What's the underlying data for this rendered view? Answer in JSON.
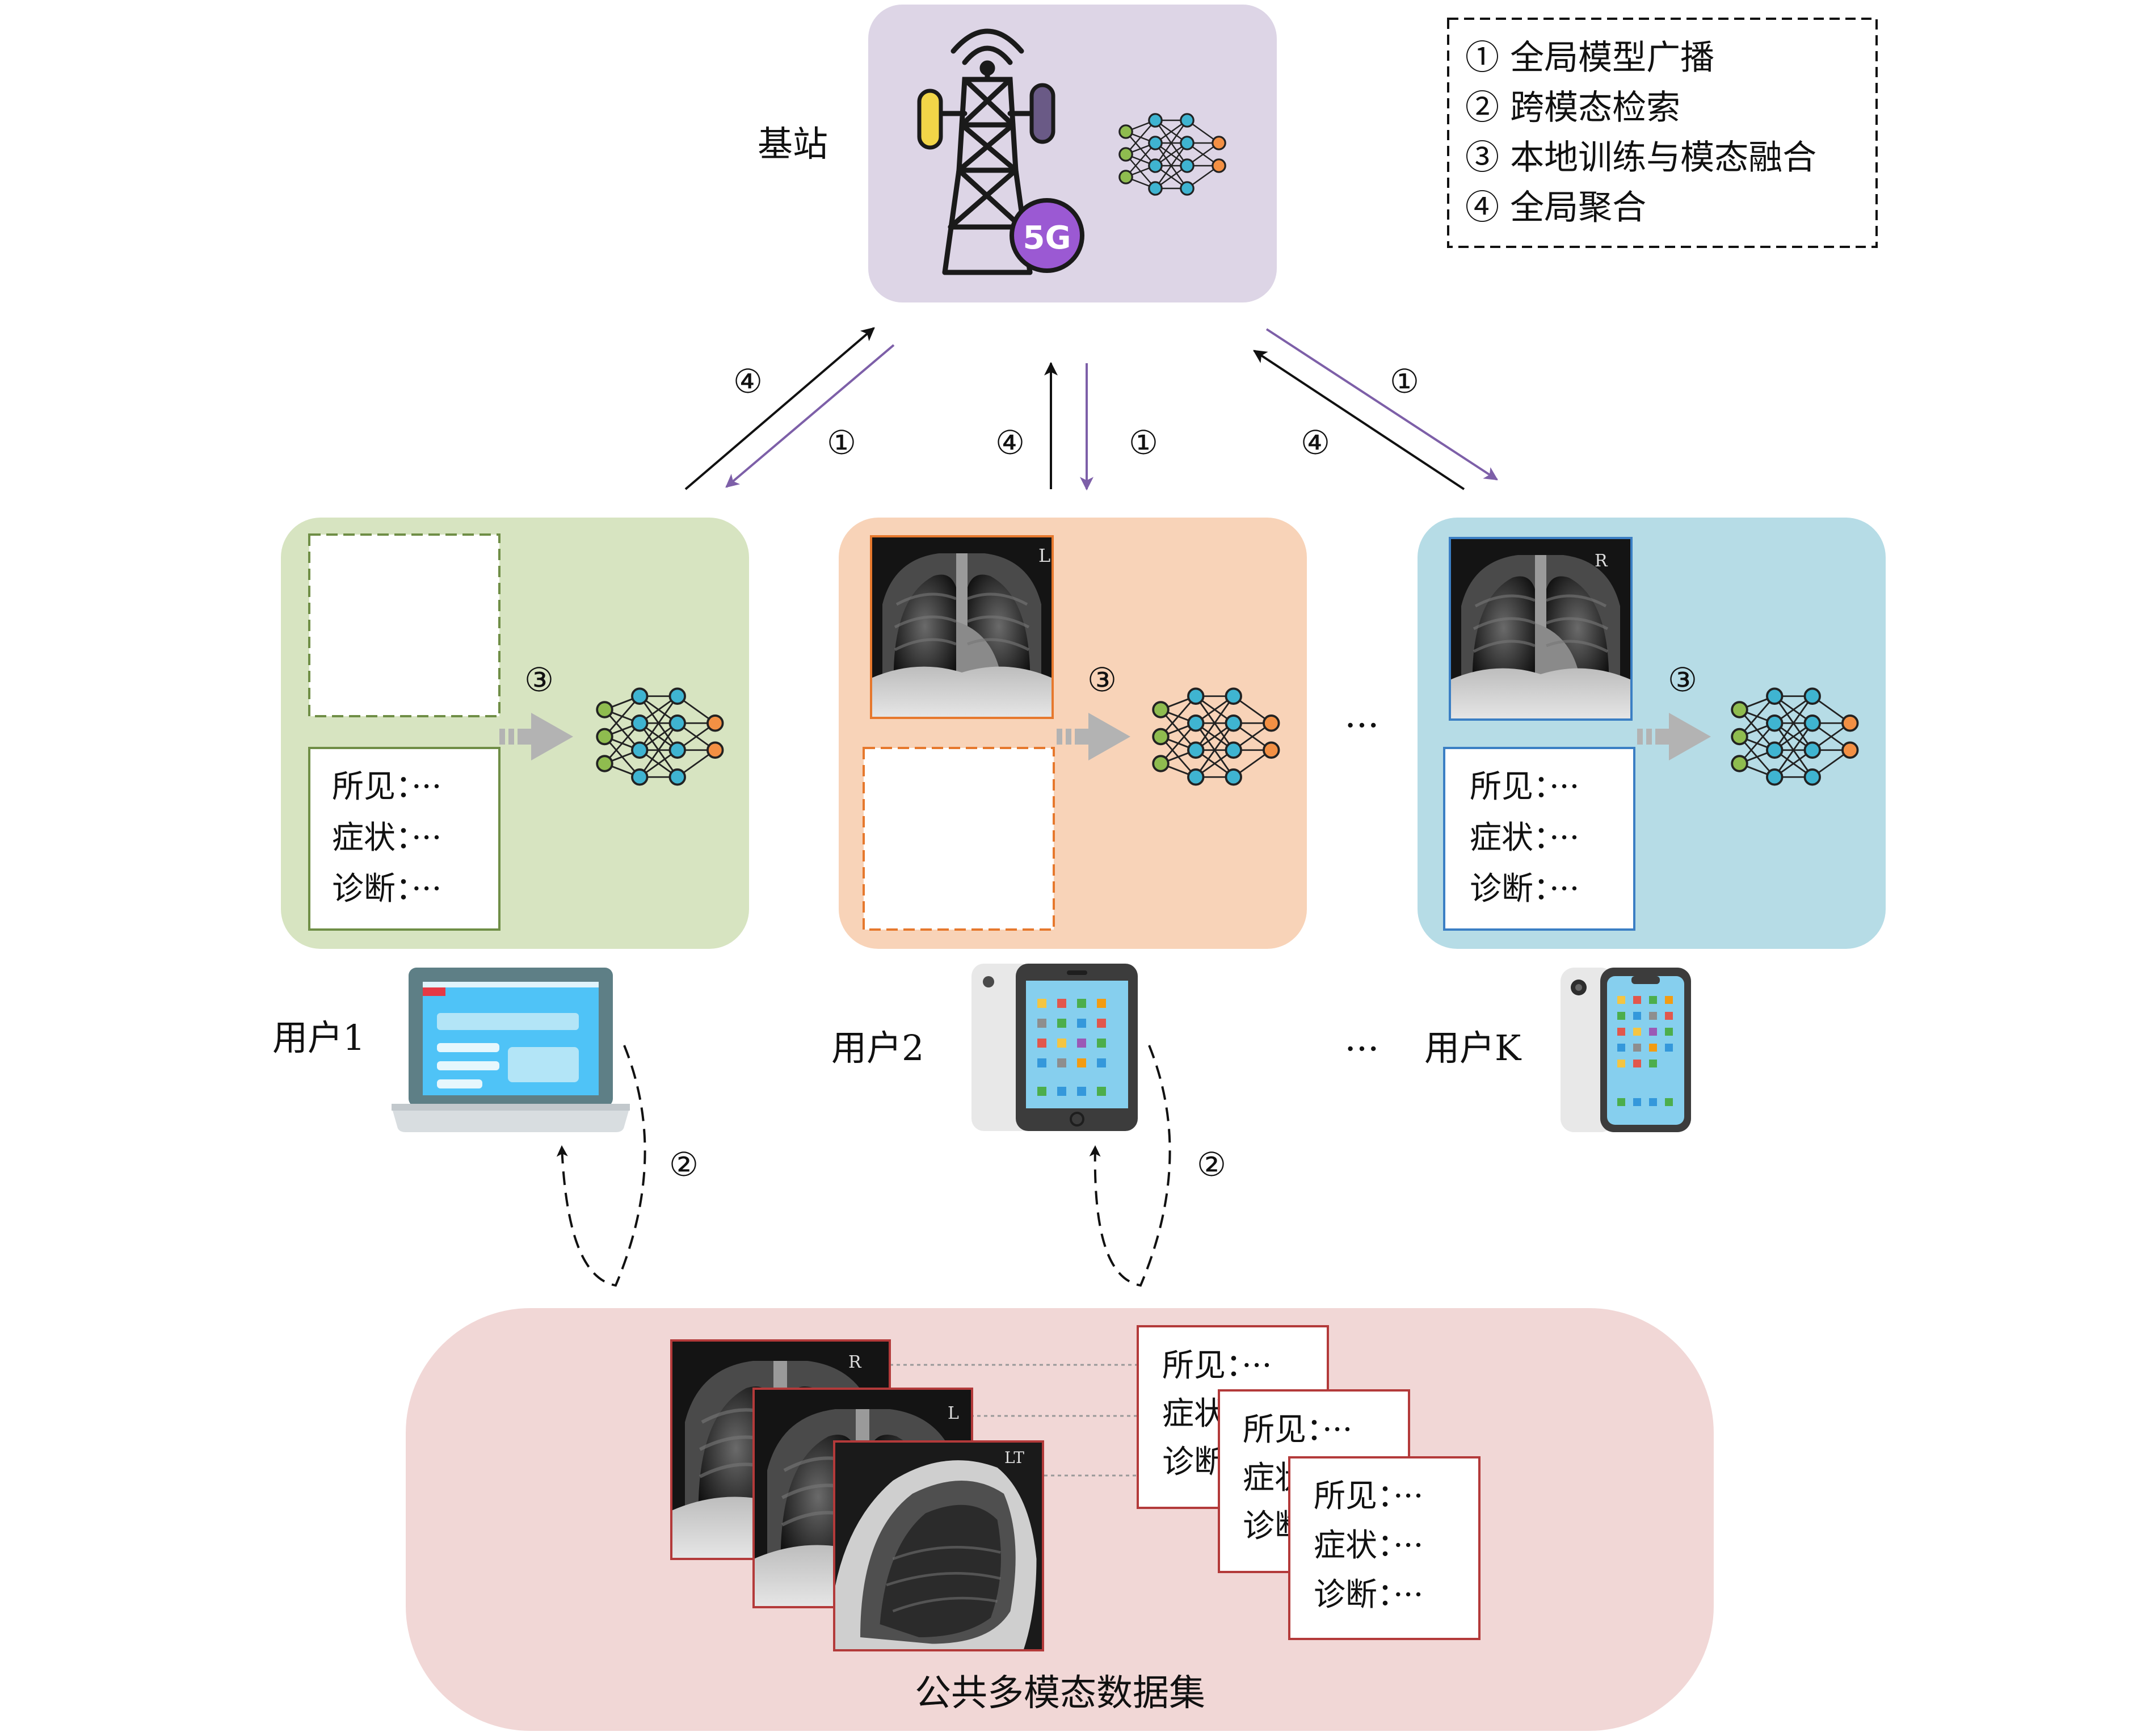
{
  "legend": {
    "items": [
      "① 全局模型广播",
      "② 跨模态检索",
      "③ 本地训练与模态融合",
      "④ 全局聚合"
    ]
  },
  "base_station": {
    "label": "基站",
    "badge": "5G"
  },
  "steps": {
    "broadcast": "①",
    "retrieval": "②",
    "local_training": "③",
    "aggregation": "④"
  },
  "ellipsis": "···",
  "report": {
    "lines": [
      "所见：···",
      "症状：···",
      "诊断：···"
    ]
  },
  "users": [
    {
      "label": "用户1",
      "device": "laptop"
    },
    {
      "label": "用户2",
      "device": "tablet"
    },
    {
      "label": "用户K",
      "device": "smartphone"
    }
  ],
  "image_marks": {
    "xray_a": "R",
    "xray_b": "L",
    "xray_c": "LT"
  },
  "dataset": {
    "label": "公共多模态数据集"
  },
  "colors": {
    "station_bg": "#ddd5e6",
    "user1_bg": "#d7e4c1",
    "user1_border": "#6f8e46",
    "user2_bg": "#f8d3b8",
    "user2_border": "#e6782d",
    "userk_bg": "#b6dce6",
    "userk_border": "#3b7fc4",
    "dataset_bg": "#f1d7d6",
    "dataset_border": "#b33a3a",
    "broadcast_arrow": "#7d5fa8",
    "aggregate_arrow": "#111111"
  }
}
